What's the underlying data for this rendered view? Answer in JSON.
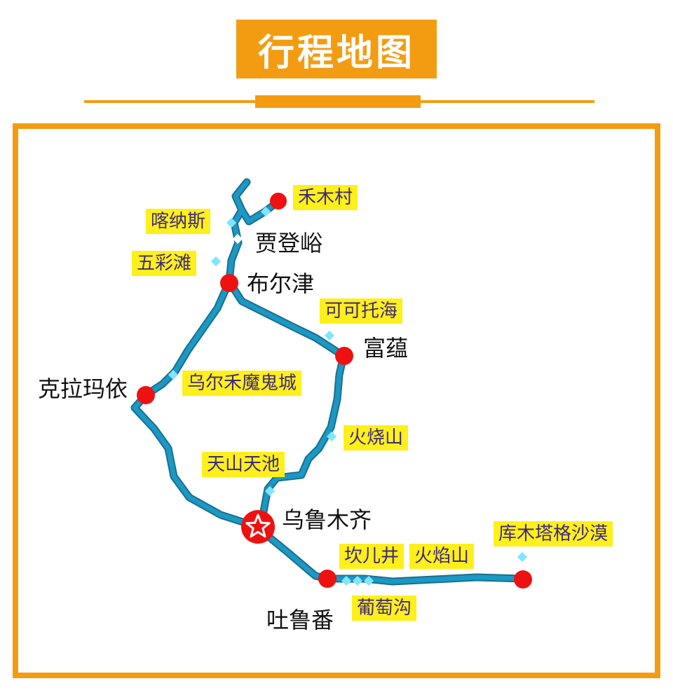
{
  "title": "行程地图",
  "colors": {
    "accent": "#f39c12",
    "route": "#1b98c4",
    "route_outline": "#1a6f8f",
    "city_dot": "#ee1111",
    "attraction_dot": "#7fe6ff",
    "label_bg": "#ffef1a",
    "label_text": "#3d2a7a"
  },
  "cities": {
    "hemu": "",
    "jiadengyu": "贾登峪",
    "burqin": "布尔津",
    "fuyun": "富蕴",
    "karamay": "克拉玛依",
    "urumqi": "乌鲁木齐",
    "turpan": "吐鲁番"
  },
  "attractions": {
    "hemu_village": "禾木村",
    "kanas": "喀纳斯",
    "colorful_beach": "五彩滩",
    "keketuohai": "可可托海",
    "wuerhe": "乌尔禾魔鬼城",
    "huoshaoshan": "火烧山",
    "tianchi": "天山天池",
    "karez": "坎儿井",
    "flaming_mountain": "火焰山",
    "grape_valley": "葡萄沟",
    "kumtag": "库木塔格沙漠"
  },
  "icons": {
    "capital": "star-icon",
    "city": "red-dot",
    "attraction": "diamond"
  }
}
